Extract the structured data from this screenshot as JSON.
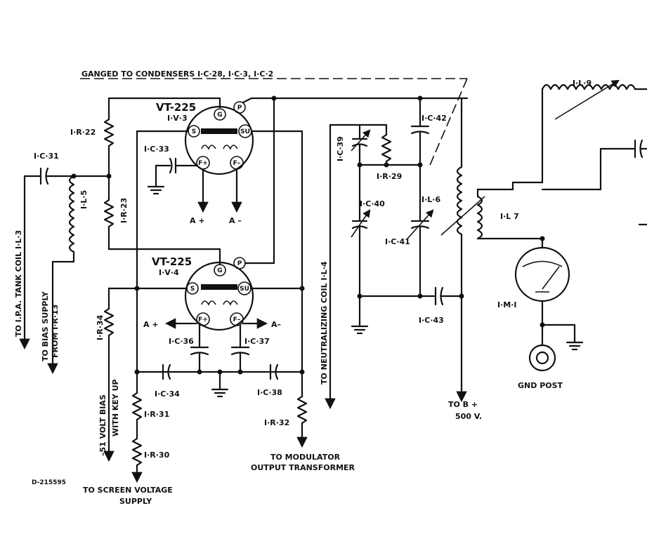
{
  "labels": {
    "ganged": "GANGED TO CONDENSERS   I·C·28, I·C·3, I·C·2",
    "tube1_type": "VT-225",
    "tube1_ref": "I·V·3",
    "tube2_type": "VT-225",
    "tube2_ref": "I·V·4",
    "r22": "I·R·22",
    "r23": "I·R·23",
    "c31": "I·C·31",
    "l5": "I·L·5",
    "c33": "I·C·33",
    "a_plus_1": "A +",
    "a_minus_1": "A –",
    "a_plus_2": "A +",
    "a_minus_2": "A–",
    "r34": "I·R·34",
    "c36": "I·C·36",
    "c37": "I·C·37",
    "c34": "I·C·34",
    "c38": "I·C·38",
    "r31": "I·R·31",
    "r30": "I·R·30",
    "r32": "I·R·32",
    "c39": "I·C·39",
    "c40": "I·C·40",
    "c41": "I·C·41",
    "c42": "I·C·42",
    "c43": "I·C·43",
    "r29": "I·R·29",
    "l6": "I·L·6",
    "l7": "I·L 7",
    "l9": "I·L·9",
    "m1": "I·M·I",
    "gnd_post": "GND POST",
    "to_ipa": "TO I.P.A. TANK COIL   I·L·3",
    "bias_supply": "TO BIAS SUPPLY",
    "from_r13": "FROM I·R·13",
    "bias51": "–51 VOLT BIAS",
    "key_up": "WITH KEY UP",
    "neutralizing": "TO NEUTRALIZING COIL   I·L·4",
    "to_b_plus": "TO B +",
    "b_plus_volts": "500 V.",
    "to_modulator": "TO MODULATOR",
    "output_transformer": "OUTPUT TRANSFORMER",
    "screen_supply": "TO SCREEN VOLTAGE",
    "supply": "SUPPLY",
    "drawing_number": "D-215595"
  },
  "pins": {
    "grid": "G",
    "plate": "P",
    "screen": "S",
    "suppressor": "SU",
    "fil_plus": "F+",
    "fil_minus": "F–"
  }
}
